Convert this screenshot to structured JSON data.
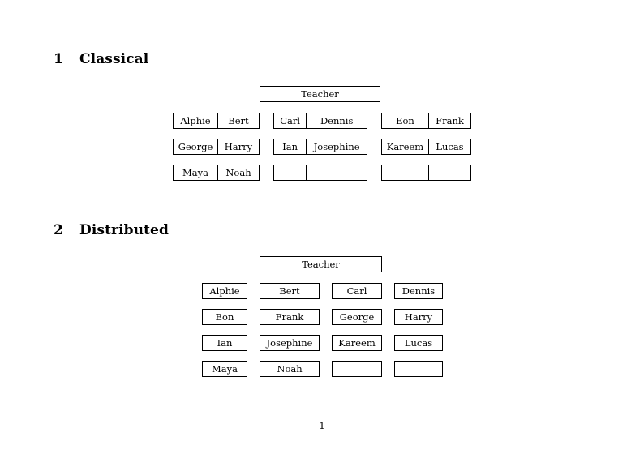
{
  "document": {
    "page_number": "1"
  },
  "sections": [
    {
      "number": "1",
      "title": "Classical",
      "teacher_label": "Teacher",
      "layout": "paired-groups",
      "groups": [
        {
          "rows": [
            {
              "left": "Alphie",
              "right": "Bert"
            },
            {
              "left": "George",
              "right": "Harry"
            },
            {
              "left": "Maya",
              "right": "Noah"
            }
          ]
        },
        {
          "rows": [
            {
              "left": "Carl",
              "right": "Dennis"
            },
            {
              "left": "Ian",
              "right": "Josephine"
            },
            {
              "left": "",
              "right": ""
            }
          ]
        },
        {
          "rows": [
            {
              "left": "Eon",
              "right": "Frank"
            },
            {
              "left": "Kareem",
              "right": "Lucas"
            },
            {
              "left": "",
              "right": ""
            }
          ]
        }
      ]
    },
    {
      "number": "2",
      "title": "Distributed",
      "teacher_label": "Teacher",
      "layout": "independent-columns",
      "rows": [
        [
          "Alphie",
          "Bert",
          "Carl",
          "Dennis"
        ],
        [
          "Eon",
          "Frank",
          "George",
          "Harry"
        ],
        [
          "Ian",
          "Josephine",
          "Kareem",
          "Lucas"
        ],
        [
          "Maya",
          "Noah",
          "",
          ""
        ]
      ]
    }
  ]
}
